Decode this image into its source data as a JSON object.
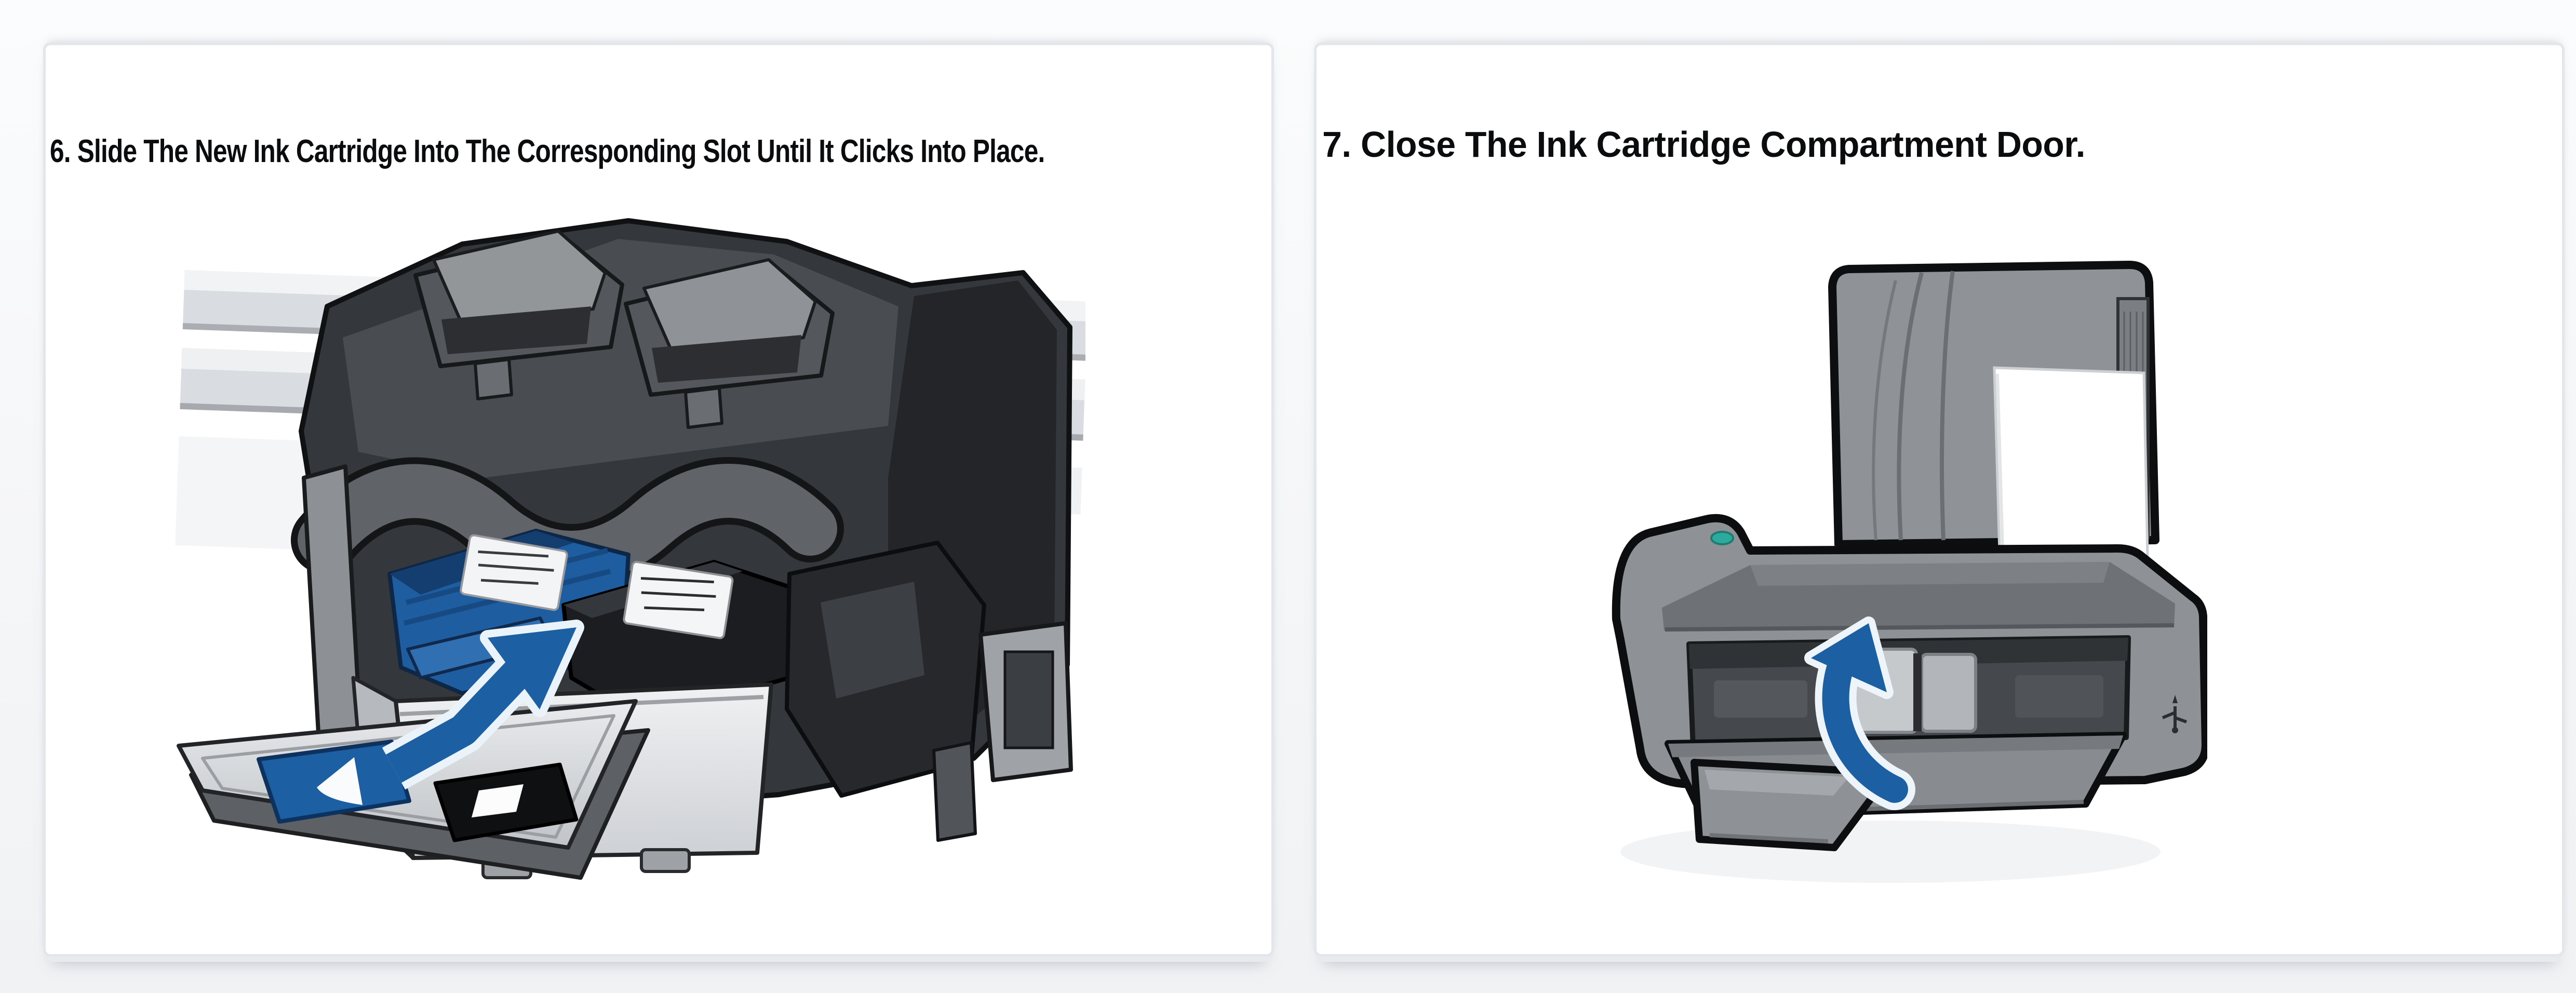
{
  "page": {
    "background": "#f6f7f9",
    "panel_background": "#ffffff",
    "panel_border": "#e3e6ea",
    "heading_color": "#0b0c0d",
    "accent_blue": "#1d5fa3",
    "arrow_outline": "#edf4fa",
    "power_button_teal": "#2ea99d"
  },
  "steps": [
    {
      "number": "6",
      "label": "6. Slide The New Ink Cartridge Into The Corresponding Slot Until It Clicks Into Place.",
      "illustration": "print-carriage-with-new-ink-cartridge-and-insertion-arrow"
    },
    {
      "number": "7",
      "label": "7. Close The Ink Cartridge Compartment Door.",
      "illustration": "printer-with-curved-arrow-closing-cartridge-door"
    }
  ]
}
